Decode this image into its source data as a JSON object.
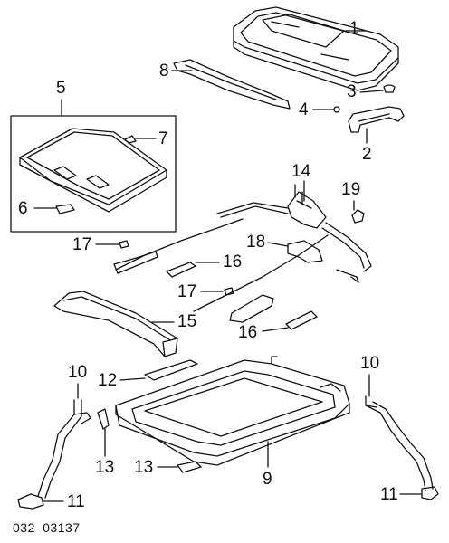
{
  "diagram": {
    "diagram_code": "032–03137",
    "callouts": [
      {
        "id": "c1",
        "number": "1"
      },
      {
        "id": "c2",
        "number": "2"
      },
      {
        "id": "c3",
        "number": "3"
      },
      {
        "id": "c4",
        "number": "4"
      },
      {
        "id": "c5",
        "number": "5"
      },
      {
        "id": "c6",
        "number": "6"
      },
      {
        "id": "c7",
        "number": "7"
      },
      {
        "id": "c8",
        "number": "8"
      },
      {
        "id": "c9",
        "number": "9"
      },
      {
        "id": "c10a",
        "number": "10"
      },
      {
        "id": "c10b",
        "number": "10"
      },
      {
        "id": "c11a",
        "number": "11"
      },
      {
        "id": "c11b",
        "number": "11"
      },
      {
        "id": "c12",
        "number": "12"
      },
      {
        "id": "c13a",
        "number": "13"
      },
      {
        "id": "c13b",
        "number": "13"
      },
      {
        "id": "c14",
        "number": "14"
      },
      {
        "id": "c15",
        "number": "15"
      },
      {
        "id": "c16a",
        "number": "16"
      },
      {
        "id": "c16b",
        "number": "16"
      },
      {
        "id": "c17a",
        "number": "17"
      },
      {
        "id": "c17b",
        "number": "17"
      },
      {
        "id": "c18",
        "number": "18"
      },
      {
        "id": "c19",
        "number": "19"
      }
    ]
  }
}
